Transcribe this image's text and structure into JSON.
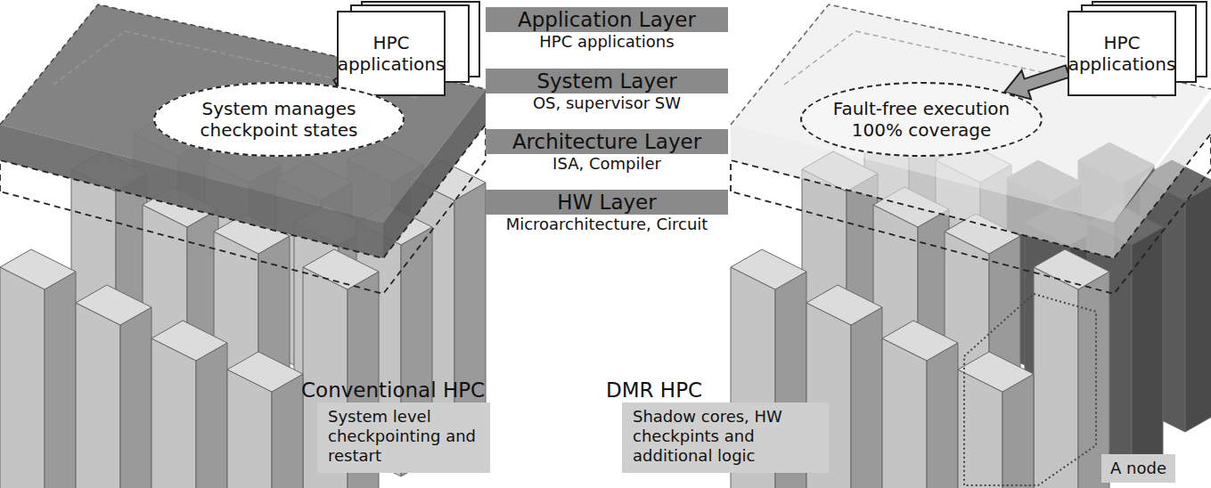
{
  "diagram": {
    "nodes": [
      {
        "text": [
          "HPC applications"
        ]
      },
      {
        "text": [
          "System manages checkpoint states"
        ]
      },
      {
        "text": [
          "Application Layer",
          "HPC applications"
        ]
      },
      {
        "text": [
          "System Layer",
          "OS, supervisor SW"
        ]
      },
      {
        "text": [
          "Architecture Layer",
          "ISA, Compiler"
        ]
      },
      {
        "text": [
          "HW Layer",
          "Microarchitecture, Circuit"
        ]
      },
      {
        "text": [
          "HPC applications"
        ]
      },
      {
        "text": [
          "Fault-free execution 100% coverage"
        ]
      },
      {
        "text": [
          "Conventional HPC",
          "System level checkpointing and restart"
        ]
      },
      {
        "text": [
          "DMR HPC",
          "Shadow cores, HW checkpints and additional logic"
        ]
      },
      {
        "text": [
          "A node"
        ]
      }
    ],
    "edges": [
      {
        "from": 0,
        "to": 1,
        "arrow": "to"
      },
      {
        "from": 6,
        "to": 7,
        "arrow": "to"
      }
    ]
  }
}
